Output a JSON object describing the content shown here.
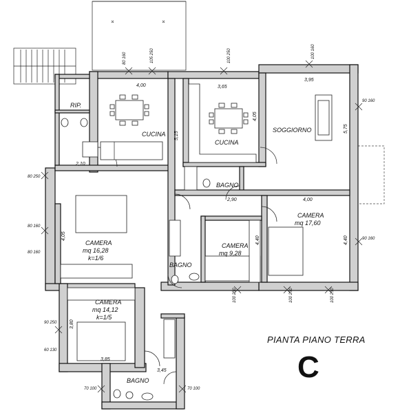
{
  "title": "PIANTA PIANO TERRA",
  "block_letter": "C",
  "rooms": {
    "rip": "RIP.",
    "cucina_left": "CUCINA",
    "cucina_mid": "CUCINA",
    "soggiorno": "SOGGIORNO",
    "bagno_top": "BAGNO",
    "camera_a": "CAMERA",
    "camera_a_area": "mq 16,28",
    "camera_a_k": "k=1/6",
    "camera_b": "CAMERA",
    "camera_b_area": "mq 9,28",
    "bagno_mid": "BAGNO",
    "camera_c": "CAMERA",
    "camera_c_area": "mq 17,60",
    "camera_d": "CAMERA",
    "camera_d_area": "mq 14,12",
    "camera_d_k": "k=1/5",
    "bagno_bottom": "BAGNO"
  },
  "dims": {
    "d400_top": "4,00",
    "d365": "3,65",
    "d395": "3,95",
    "d515": "5,15",
    "d405_mid": "4,05",
    "d575": "5,75",
    "d210": "2,10",
    "d290": "2,90",
    "d400_right": "4,00",
    "d405_left": "4,05",
    "d440_mid": "4,40",
    "d440_right": "4,40",
    "d380": "3,80",
    "d385": "3,85",
    "d345": "3,45"
  },
  "windows": {
    "w_top1": "80 160",
    "w_top2": "105 250",
    "w_top3": "100 250",
    "w_top4": "100 160",
    "w_right1": "90 160",
    "w_left1": "80 250",
    "w_left2": "80 160",
    "w_left3": "80 160",
    "w_right2": "90 160",
    "w_bot1": "100 250",
    "w_bot2": "100 250",
    "w_mid_bot": "100 250",
    "w_left4": "90 250",
    "w_left5": "60 130",
    "w_bot_left": "70 100",
    "w_bot_right": "70 100"
  }
}
